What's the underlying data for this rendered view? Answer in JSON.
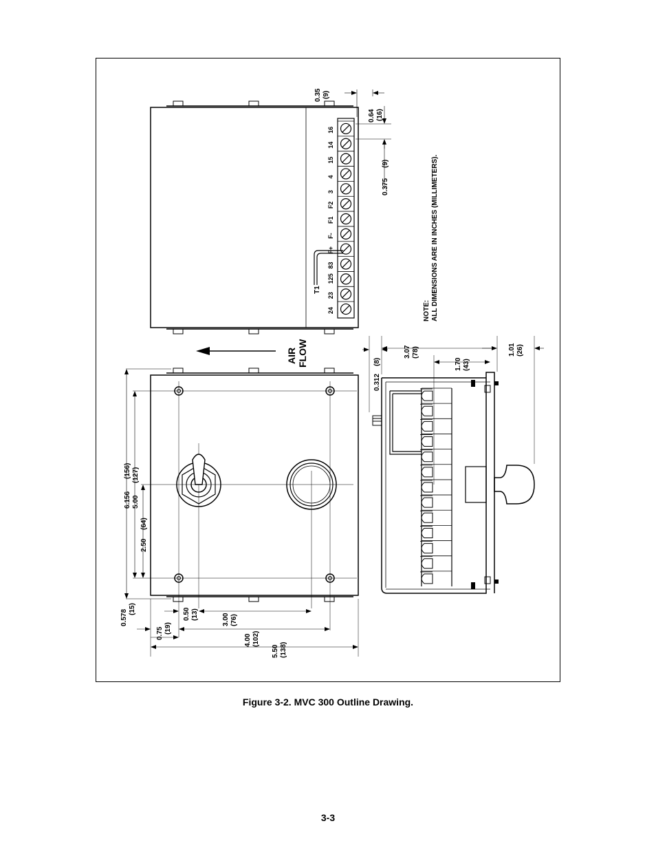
{
  "figure": {
    "caption": "Figure 3-2. MVC 300 Outline Drawing.",
    "page_number": "3-3"
  },
  "note": {
    "heading": "NOTE:",
    "text": "ALL DIMENSIONS ARE IN INCHES (MILLIMETERS)."
  },
  "airflow": {
    "line1": "AIR",
    "line2": "FLOW"
  },
  "terminals": [
    "24",
    "23",
    "125",
    "83",
    "F+",
    "F-",
    "F1",
    "F2",
    "3",
    "4",
    "15",
    "14",
    "16"
  ],
  "terminal_extra_label": "T1",
  "dimensions": {
    "top_pitch": {
      "in": "0.35",
      "mm": "(9)"
    },
    "top_offset": {
      "in": "0.64",
      "mm": "(16)"
    },
    "terminal_spacing": {
      "in": "0.375",
      "mm": "(9)"
    },
    "overall_height": {
      "in": "6.156",
      "mm": "(156)"
    },
    "hole_height": {
      "in": "5.00",
      "mm": "(127)"
    },
    "switch_height": {
      "in": "2.50",
      "mm": "(64)"
    },
    "bottom_offset": {
      "in": "0.578",
      "mm": "(15)"
    },
    "left_offset": {
      "in": "0.75",
      "mm": "(19)"
    },
    "hole_offset": {
      "in": "0.50",
      "mm": "(13)"
    },
    "switch_spacing": {
      "in": "3.00",
      "mm": "(76)"
    },
    "hole_spacing": {
      "in": "4.00",
      "mm": "(102)"
    },
    "overall_width": {
      "in": "5.50",
      "mm": "(138)"
    },
    "side_stud": {
      "in": "0.312",
      "mm": "(8)"
    },
    "side_depth": {
      "in": "3.07",
      "mm": "(78)"
    },
    "side_inner": {
      "in": "1.70",
      "mm": "(43)"
    },
    "knob_depth": {
      "in": "1.01",
      "mm": "(26)"
    }
  }
}
